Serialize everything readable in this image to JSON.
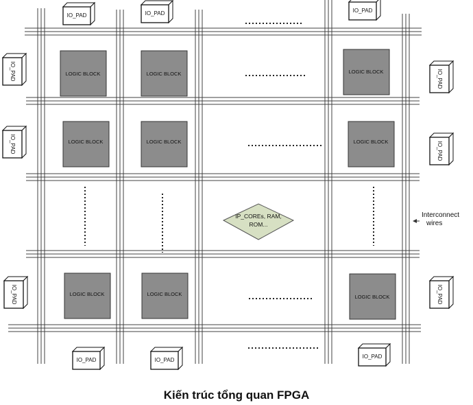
{
  "caption": "Kiến trúc tổng quan FPGA",
  "logic_block_label": "LOGIC BLOCK",
  "io_pad_label": "IO_PAD",
  "ip_cores": {
    "line1": "IP_COREs, RAM,",
    "line2": "ROM..."
  },
  "interconnect": {
    "line1": "Interconnect",
    "line2": "wires"
  },
  "colors": {
    "logic_block_fill": "#8c8c8c",
    "ip_core_fill": "#d7e0c3",
    "line": "#404040"
  }
}
